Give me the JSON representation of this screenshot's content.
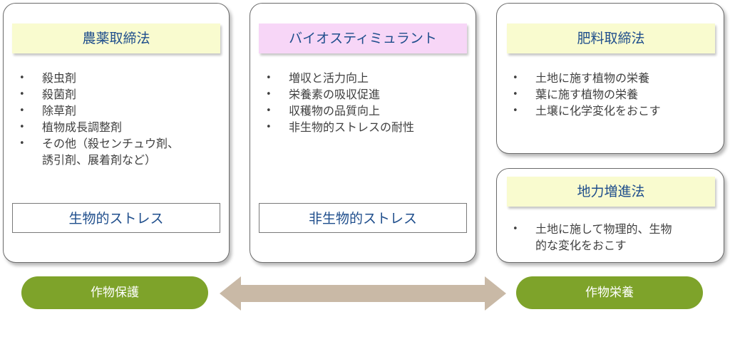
{
  "cards": {
    "pesticide": {
      "title": "農薬取締法",
      "items": [
        "殺虫剤",
        "殺菌剤",
        "除草剤",
        "植物成長調整剤",
        "その他（殺センチュウ剤、",
        "誘引剤、展着剤など）"
      ],
      "footer": "生物的ストレス"
    },
    "biostimulant": {
      "title": "バイオスティミュラント",
      "items": [
        "増収と活力向上",
        "栄養素の吸収促進",
        "収穫物の品質向上",
        "非生物的ストレスの耐性"
      ],
      "footer": "非生物的ストレス"
    },
    "fertilizer": {
      "title": "肥料取締法",
      "items": [
        "土地に施す植物の栄養",
        "葉に施す植物の栄養",
        "土壌に化学変化をおこす"
      ]
    },
    "soil": {
      "title": "地力増進法",
      "items": [
        "土地に施して物理的、生物",
        "的な変化をおこす"
      ]
    }
  },
  "bottom": {
    "left_label": "作物保護",
    "right_label": "作物栄養"
  },
  "colors": {
    "title_text": "#1f4e8c",
    "title_yellow": "#f9fbcf",
    "title_pink": "#f7d6f7",
    "pill_green": "#7ea32a",
    "arrow": "#c9b9a6"
  }
}
